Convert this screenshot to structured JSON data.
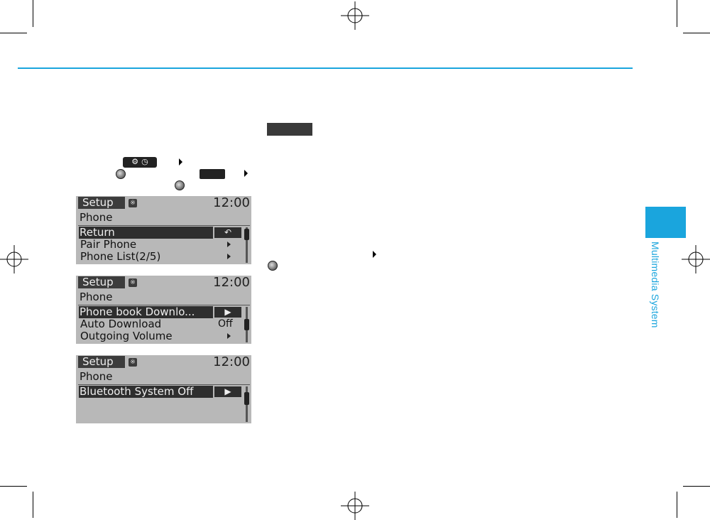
{
  "side_tab": {
    "label": "Multimedia System",
    "color": "#1aa5dd"
  },
  "setup_button_icons": [
    "gear-icon",
    "clock-icon"
  ],
  "screens": [
    {
      "title": "Setup",
      "bt_icon": "bluetooth-icon",
      "clock": "12:00",
      "subtitle": "Phone",
      "rows": [
        {
          "label": "Return",
          "selected": true,
          "action": "return-icon"
        },
        {
          "label": "Pair Phone",
          "selected": false,
          "action": "arrow"
        },
        {
          "label": "Phone List(2/5)",
          "selected": false,
          "action": "arrow"
        }
      ]
    },
    {
      "title": "Setup",
      "bt_icon": "bluetooth-icon",
      "clock": "12:00",
      "subtitle": "Phone",
      "rows": [
        {
          "label": "Phone book Downlo...",
          "selected": true,
          "action": "arrow"
        },
        {
          "label": "Auto Download",
          "selected": false,
          "value": "Off"
        },
        {
          "label": "Outgoing Volume",
          "selected": false,
          "action": "arrow"
        }
      ]
    },
    {
      "title": "Setup",
      "bt_icon": "bluetooth-icon",
      "clock": "12:00",
      "subtitle": "Phone",
      "rows": [
        {
          "label": "Bluetooth System Off",
          "selected": true,
          "action": "arrow"
        }
      ]
    }
  ]
}
